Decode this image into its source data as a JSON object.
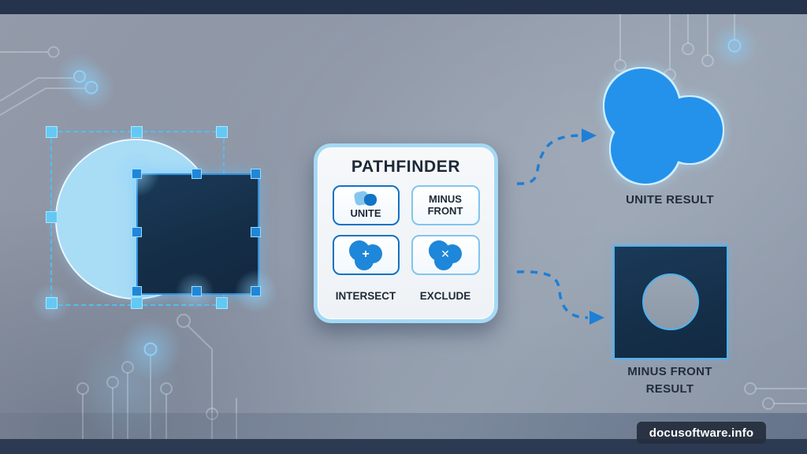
{
  "colors": {
    "accent_blue": "#1e7fd6",
    "selection_blue": "#55bdf0",
    "blob_blue": "#2492eb",
    "dark_navy": "#16304b",
    "bar_navy": "#25334c",
    "panel_border": "#a5d9f4",
    "panel_bg": "#f3f6f8",
    "text_dark": "#1d2936",
    "light_circle_fill": "#a9dcf5",
    "background_gray": "#8d97a7"
  },
  "panel": {
    "title": "PATHFINDER",
    "buttons": {
      "unite": {
        "label": "UNITE"
      },
      "minus_front": {
        "label": "MINUS FRONT"
      },
      "intersect": {
        "label": "INTERSECT",
        "glyph": "+"
      },
      "exclude": {
        "label": "EXCLUDE",
        "glyph": "✕"
      }
    }
  },
  "results": {
    "unite": {
      "label": "UNITE RESULT"
    },
    "minus_front": {
      "label": "MINUS FRONT RESULT"
    }
  },
  "watermark": {
    "text": "docusoftware.info"
  }
}
